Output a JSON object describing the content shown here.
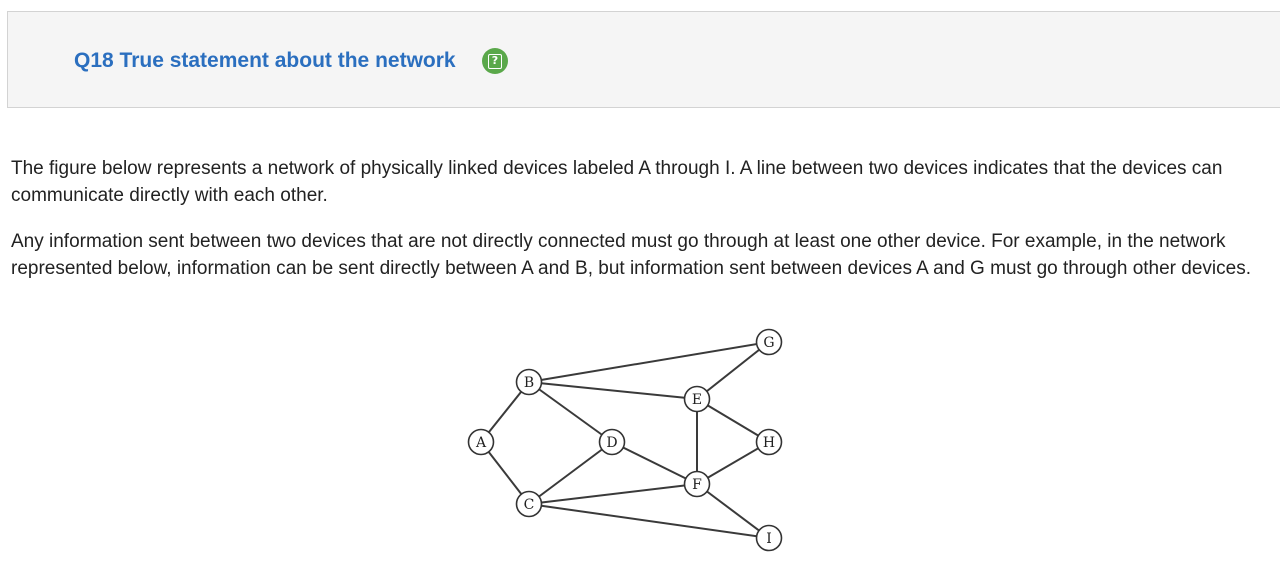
{
  "header": {
    "title": "Q18 True statement about the network",
    "help_icon": "help-notepad-icon",
    "help_icon_glyph": "?",
    "help_color": "#5aa84a",
    "title_color": "#2b6fbf"
  },
  "prompt": {
    "paragraph_1": "The figure below represents a network of physically linked devices labeled A through I. A line between two devices indicates that the devices can communicate directly with each other.",
    "paragraph_2": "Any information sent between two devices that are not directly connected must go through at least one other device. For example, in the network represented below, information can be sent directly between A and B, but information sent between devices A and G must go through other devices."
  },
  "network": {
    "nodes": [
      "A",
      "B",
      "C",
      "D",
      "E",
      "F",
      "G",
      "H",
      "I"
    ],
    "edges": [
      [
        "A",
        "B"
      ],
      [
        "A",
        "C"
      ],
      [
        "B",
        "D"
      ],
      [
        "B",
        "E"
      ],
      [
        "B",
        "G"
      ],
      [
        "C",
        "D"
      ],
      [
        "C",
        "F"
      ],
      [
        "C",
        "I"
      ],
      [
        "D",
        "F"
      ],
      [
        "E",
        "F"
      ],
      [
        "E",
        "G"
      ],
      [
        "E",
        "H"
      ],
      [
        "F",
        "H"
      ],
      [
        "F",
        "I"
      ]
    ]
  }
}
